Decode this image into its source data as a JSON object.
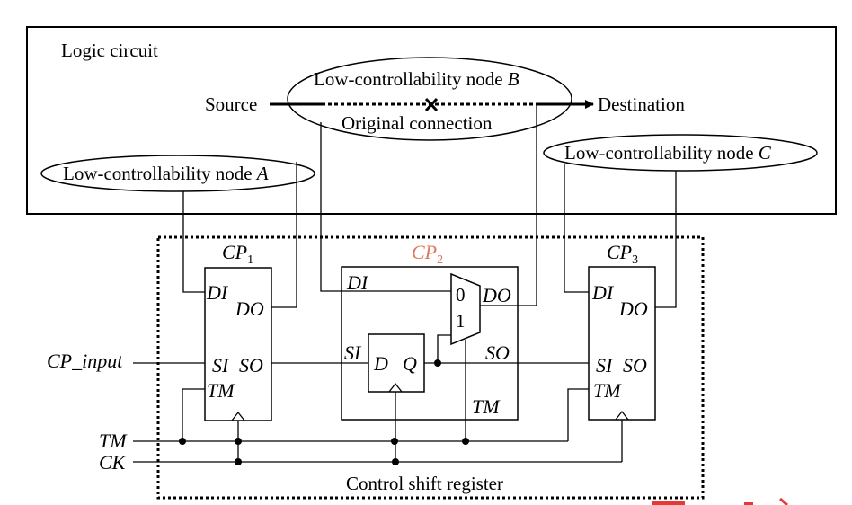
{
  "logic_circuit": {
    "title": "Logic circuit",
    "source": "Source",
    "destination": "Destination",
    "original_connection": "Original connection"
  },
  "nodes": {
    "a": "Low-controllability node",
    "a_letter": "A",
    "b": "Low-controllability node",
    "b_letter": "B",
    "c": "Low-controllability node",
    "c_letter": "C"
  },
  "cells": {
    "cp1_main": "CP",
    "cp1_sub": "1",
    "cp2_main": "CP",
    "cp2_sub": "2",
    "cp3_main": "CP",
    "cp3_sub": "3",
    "cp2_color": "#e07a5f"
  },
  "pins": {
    "di": "DI",
    "do": "DO",
    "si": "SI",
    "so": "SO",
    "tm": "TM",
    "d": "D",
    "q": "Q",
    "mux0": "0",
    "mux1": "1"
  },
  "inputs": {
    "cp_input": "CP_input",
    "tm": "TM",
    "ck": "CK"
  },
  "register_label": "Control shift register"
}
